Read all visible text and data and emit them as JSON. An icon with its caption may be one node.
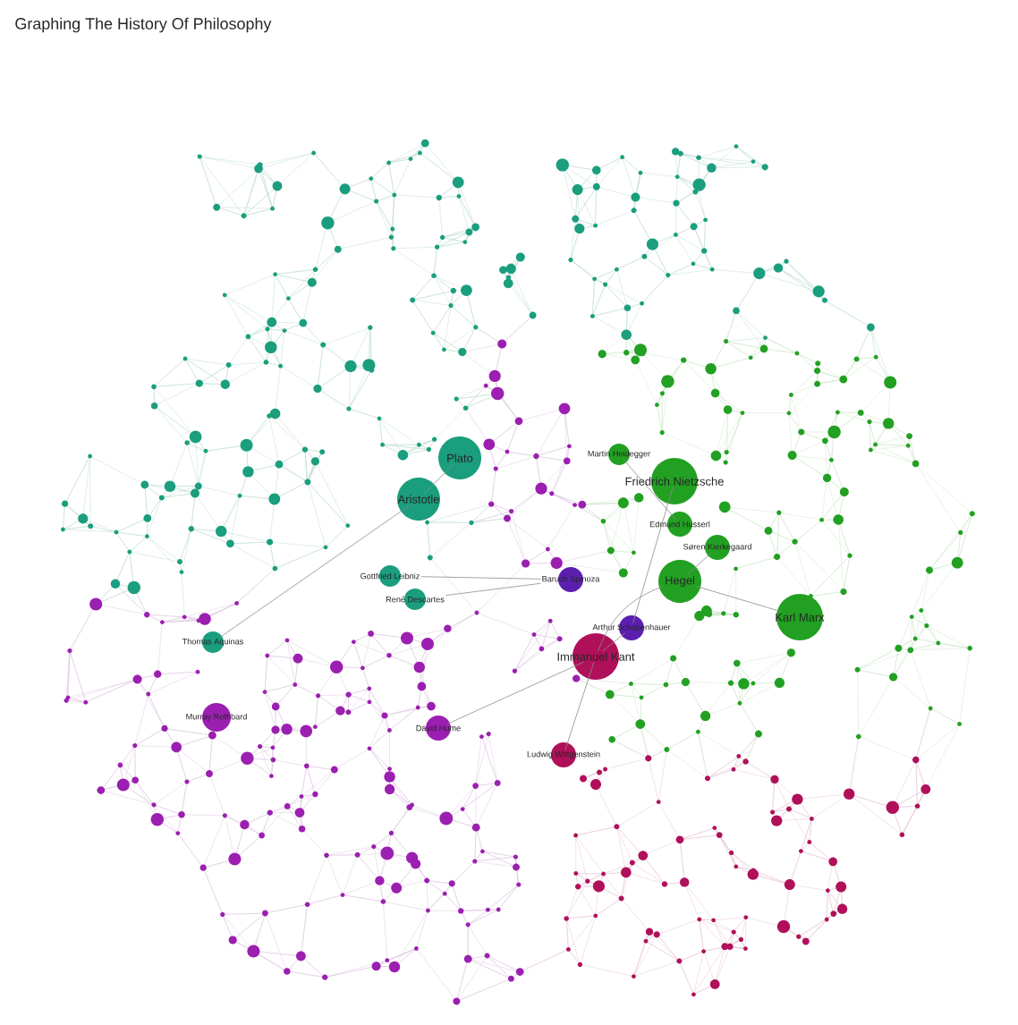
{
  "diagram": {
    "title": "Graphing The History Of Philosophy",
    "nodes": [
      {
        "text": [
          "Plato"
        ]
      },
      {
        "text": [
          "Aristotle"
        ]
      },
      {
        "text": [
          "Martin Heidegger"
        ]
      },
      {
        "text": [
          "Friedrich Nietzsche"
        ]
      },
      {
        "text": [
          "Edmund Husserl"
        ]
      },
      {
        "text": [
          "Søren Kierkegaard"
        ]
      },
      {
        "text": [
          "Gottfried Leibniz"
        ]
      },
      {
        "text": [
          "Baruch Spinoza"
        ]
      },
      {
        "text": [
          "Hegel"
        ]
      },
      {
        "text": [
          "René Descartes"
        ]
      },
      {
        "text": [
          "Karl Marx"
        ]
      },
      {
        "text": [
          "Arthur Schopenhauer"
        ]
      },
      {
        "text": [
          "Thomas Aquinas"
        ]
      },
      {
        "text": [
          "Immanuel Kant"
        ]
      },
      {
        "text": [
          "Murray Rothbard"
        ]
      },
      {
        "text": [
          "David Hume"
        ]
      },
      {
        "text": [
          "Ludwig Wittgenstein"
        ]
      }
    ],
    "edges": [
      {
        "from": 0,
        "to": 1,
        "arrow": "none"
      },
      {
        "from": 1,
        "to": 12,
        "arrow": "none"
      },
      {
        "from": 13,
        "to": 8,
        "arrow": "none"
      },
      {
        "from": 8,
        "to": 10,
        "arrow": "none"
      },
      {
        "from": 8,
        "to": 5,
        "arrow": "none"
      },
      {
        "from": 13,
        "to": 11,
        "arrow": "none"
      },
      {
        "from": 11,
        "to": 3,
        "arrow": "none"
      },
      {
        "from": 4,
        "to": 2,
        "arrow": "none"
      },
      {
        "from": 15,
        "to": 13,
        "arrow": "none"
      },
      {
        "from": 9,
        "to": 7,
        "arrow": "none"
      },
      {
        "from": 6,
        "to": 7,
        "arrow": "none"
      },
      {
        "from": 13,
        "to": 16,
        "arrow": "none"
      }
    ]
  }
}
